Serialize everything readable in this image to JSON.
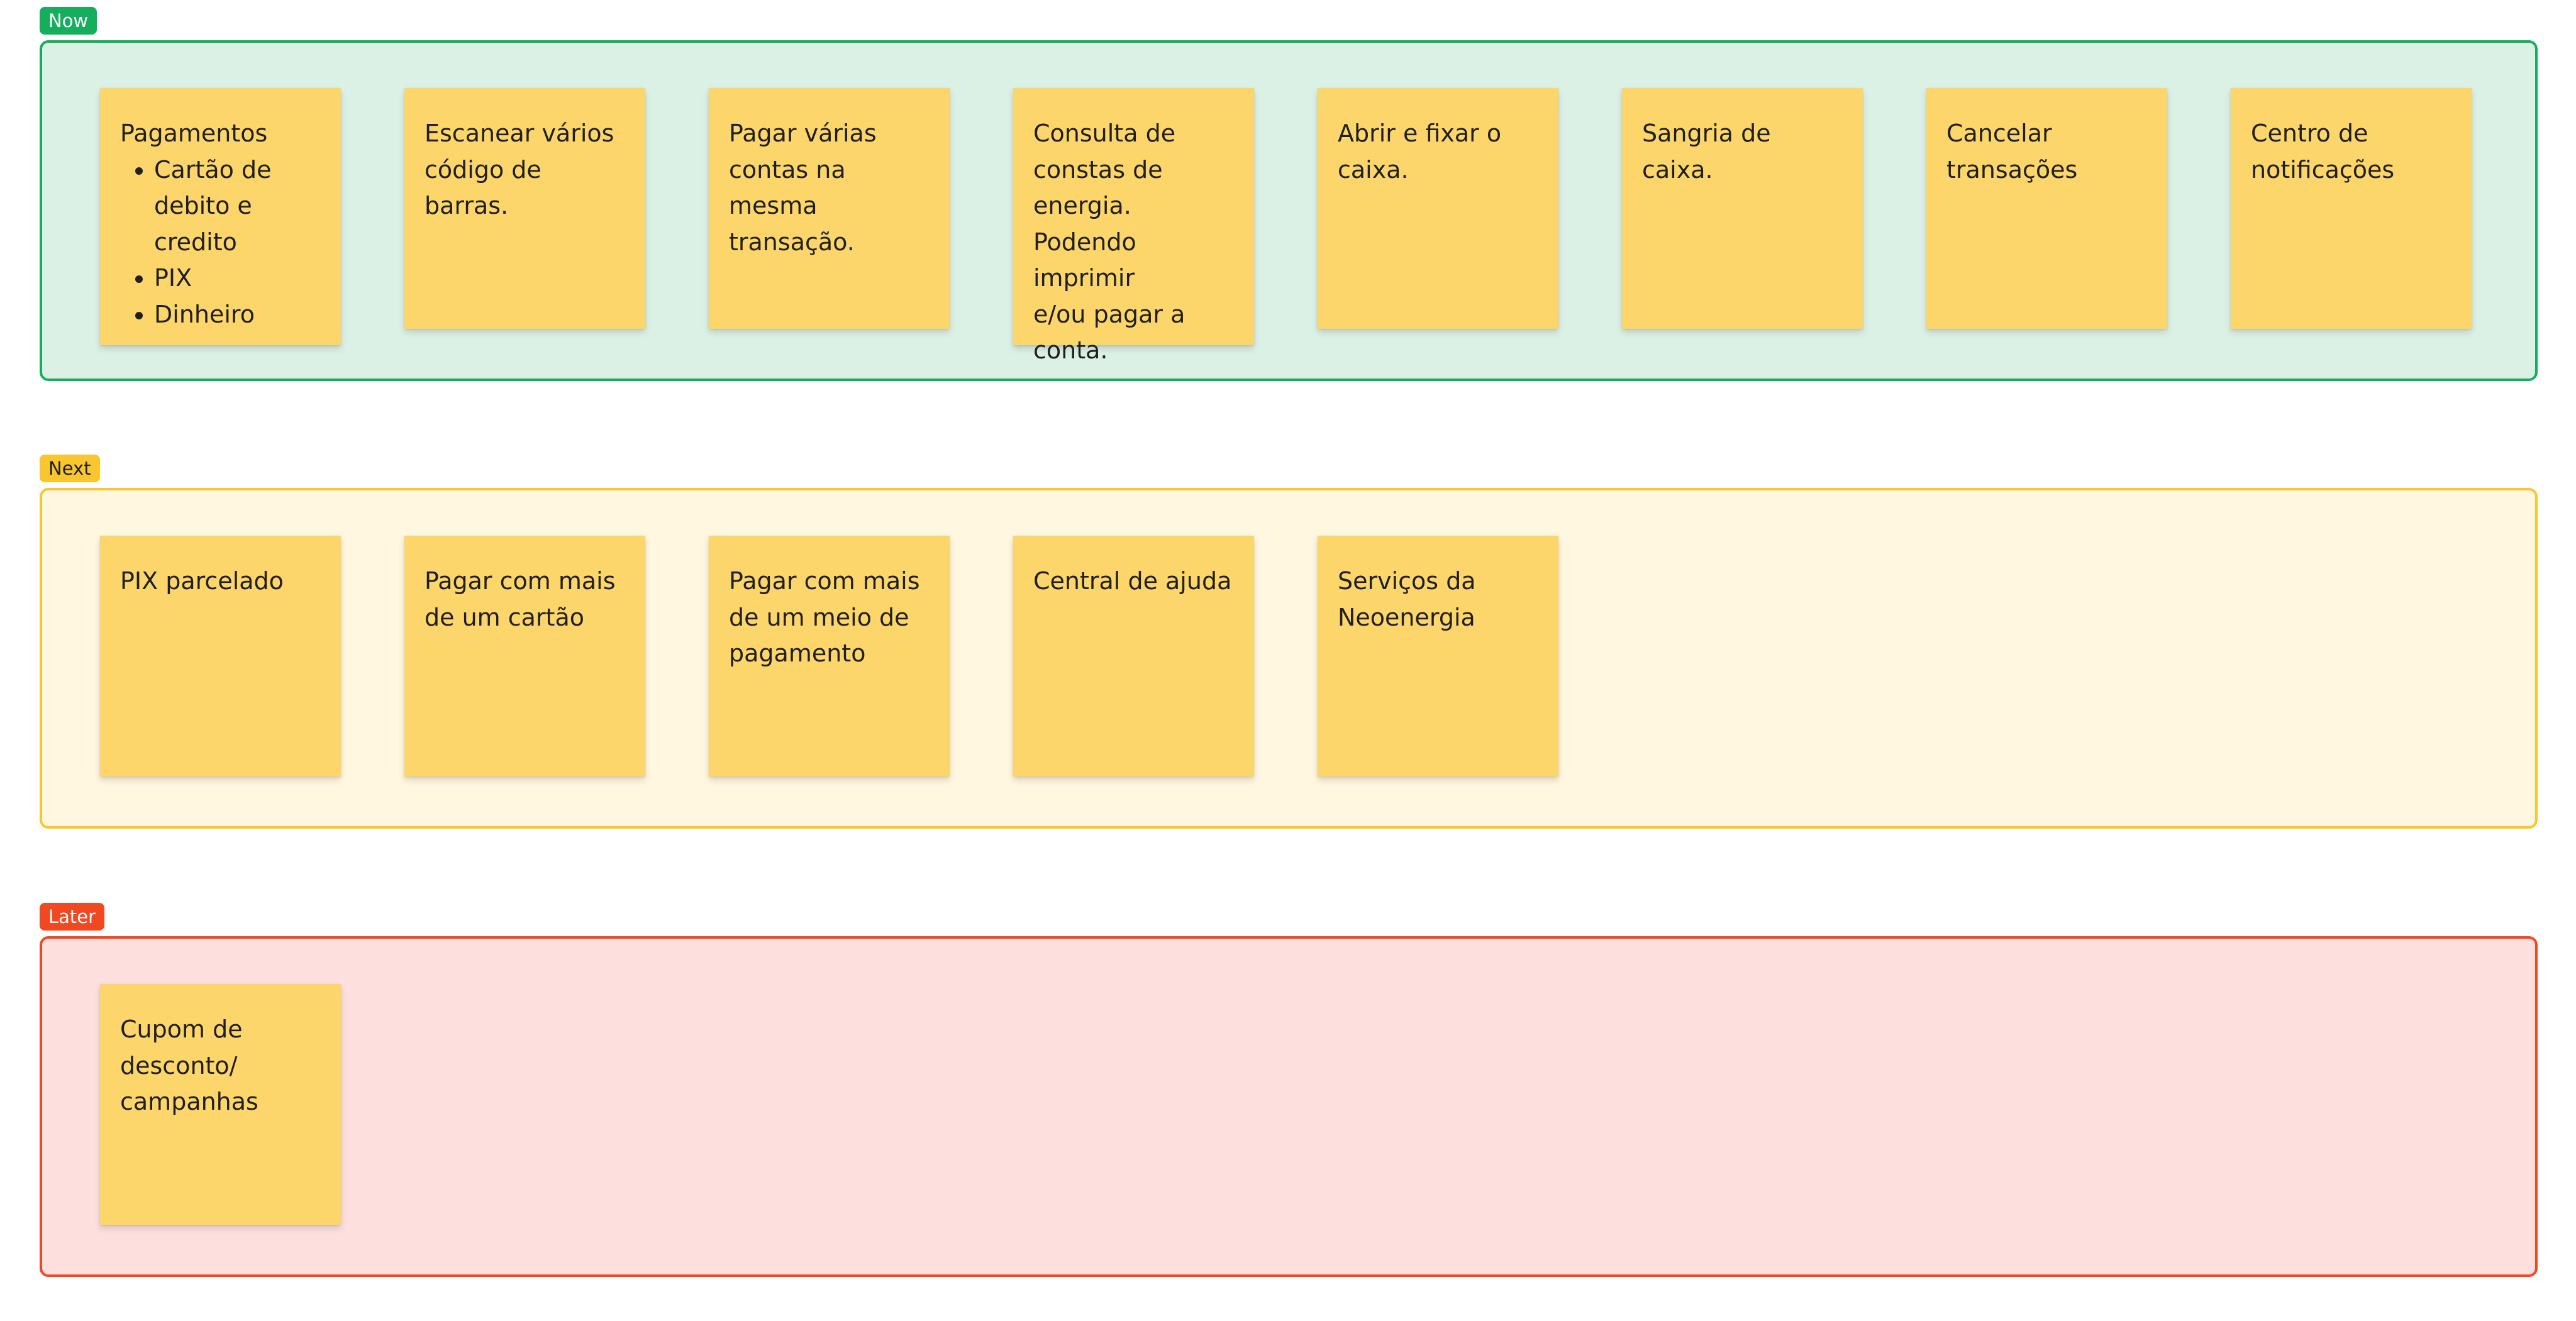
{
  "sections": [
    {
      "label": "Now",
      "label_bg": "#14ae5c",
      "label_fg": "#ffffff",
      "frame_bg": "#dcf1e5",
      "frame_border": "#14ae5c",
      "notes": [
        {
          "lines": [
            "Pagamentos"
          ],
          "bullets": [
            "Cartão de debito e credito",
            "PIX",
            "Dinheiro"
          ]
        },
        {
          "lines": [
            "Escanear vários",
            "código de barras."
          ]
        },
        {
          "lines": [
            "Pagar várias",
            "contas na mesma",
            "transação."
          ]
        },
        {
          "lines": [
            "Consulta de",
            "constas de",
            "energia.",
            "Podendo imprimir",
            "e/ou pagar a",
            "conta."
          ]
        },
        {
          "lines": [
            "Abrir e fixar o",
            "caixa."
          ]
        },
        {
          "lines": [
            "Sangria de caixa."
          ]
        },
        {
          "lines": [
            "Cancelar",
            "transações"
          ]
        },
        {
          "lines": [
            "Centro de",
            "notificações"
          ]
        }
      ]
    },
    {
      "label": "Next",
      "label_bg": "#f9c630",
      "label_fg": "#1e1e1e",
      "frame_bg": "#fff7e0",
      "frame_border": "#f9c630",
      "notes": [
        {
          "lines": [
            "PIX parcelado"
          ]
        },
        {
          "lines": [
            "Pagar com mais",
            "de um cartão"
          ]
        },
        {
          "lines": [
            "Pagar com mais",
            "de um meio de",
            "pagamento"
          ]
        },
        {
          "lines": [
            "Central de ajuda"
          ]
        },
        {
          "lines": [
            "Serviços da",
            "Neoenergia"
          ]
        }
      ]
    },
    {
      "label": "Later",
      "label_bg": "#f24822",
      "label_fg": "#ffffff",
      "frame_bg": "#fde0dd",
      "frame_border": "#f24822",
      "notes": [
        {
          "lines": [
            "Cupom de",
            "desconto/",
            "campanhas"
          ]
        }
      ]
    }
  ]
}
